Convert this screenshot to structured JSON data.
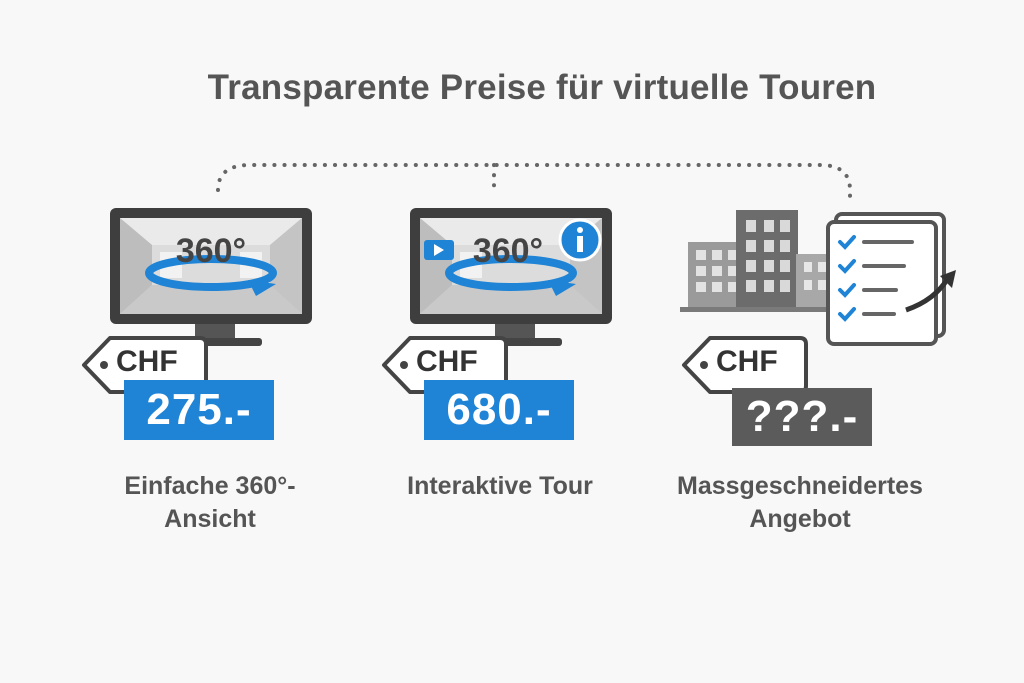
{
  "title": "Transparente Preise für virtuelle Touren",
  "badge_360": "360°",
  "tag_currency": "CHF",
  "colors": {
    "accent_blue": "#1f84d6",
    "dark_gray": "#5b5b5b",
    "text_gray": "#555555",
    "background": "#f8f8f8"
  },
  "icons": [
    "monitor-icon",
    "rotation-arrow-icon",
    "video-play-icon",
    "info-icon",
    "buildings-icon",
    "checklist-icon",
    "price-tag-icon"
  ],
  "offers": [
    {
      "price": "275.-",
      "label_line1": "Einfache 360°-",
      "label_line2": "Ansicht"
    },
    {
      "price": "680.-",
      "label_line1": "Interaktive Tour",
      "label_line2": ""
    },
    {
      "price": "???.-",
      "label_line1": "Massgeschneidertes",
      "label_line2": "Angebot"
    }
  ]
}
